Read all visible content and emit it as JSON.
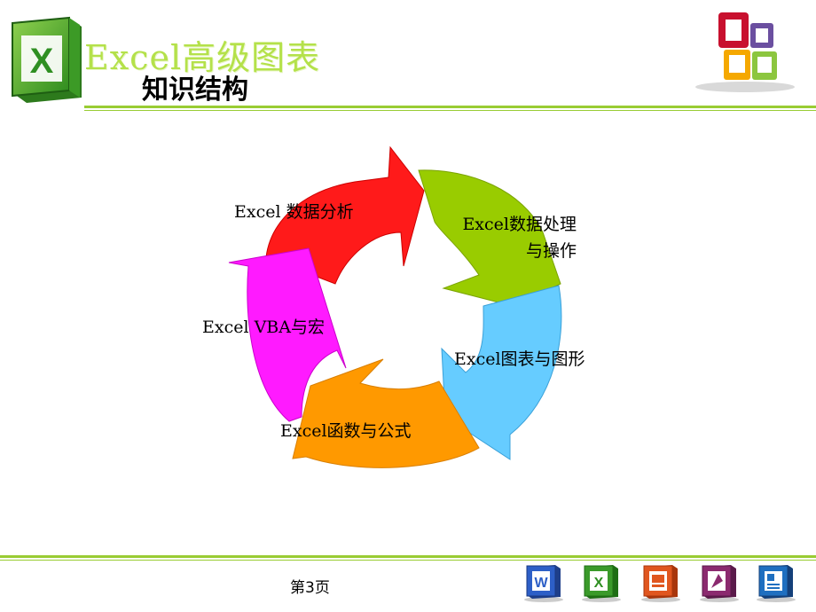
{
  "slide": {
    "title": "Excel高级图表",
    "subtitle": "知识结构",
    "page_number": "第3页"
  },
  "cycle": {
    "items": [
      {
        "label_line1": "Excel 数据分析",
        "label_line2": "",
        "color": "#ff1a1a"
      },
      {
        "label_line1": "Excel数据处理",
        "label_line2": "与操作",
        "color": "#99cc00"
      },
      {
        "label_line1": "Excel图表与图形",
        "label_line2": "",
        "color": "#66ccff"
      },
      {
        "label_line1": "Excel函数与公式",
        "label_line2": "",
        "color": "#ff9900"
      },
      {
        "label_line1": "Excel VBA与宏",
        "label_line2": "",
        "color": "#ff1aff"
      }
    ]
  },
  "icons": {
    "excel_logo": "excel-logo-icon",
    "office_logo": "office-logo-icon",
    "footer_apps": [
      "word-icon",
      "excel-icon",
      "powerpoint-icon",
      "access-icon",
      "publisher-icon"
    ]
  },
  "theme": {
    "accent": "#99cc33",
    "title_color": "#b4e14a"
  }
}
